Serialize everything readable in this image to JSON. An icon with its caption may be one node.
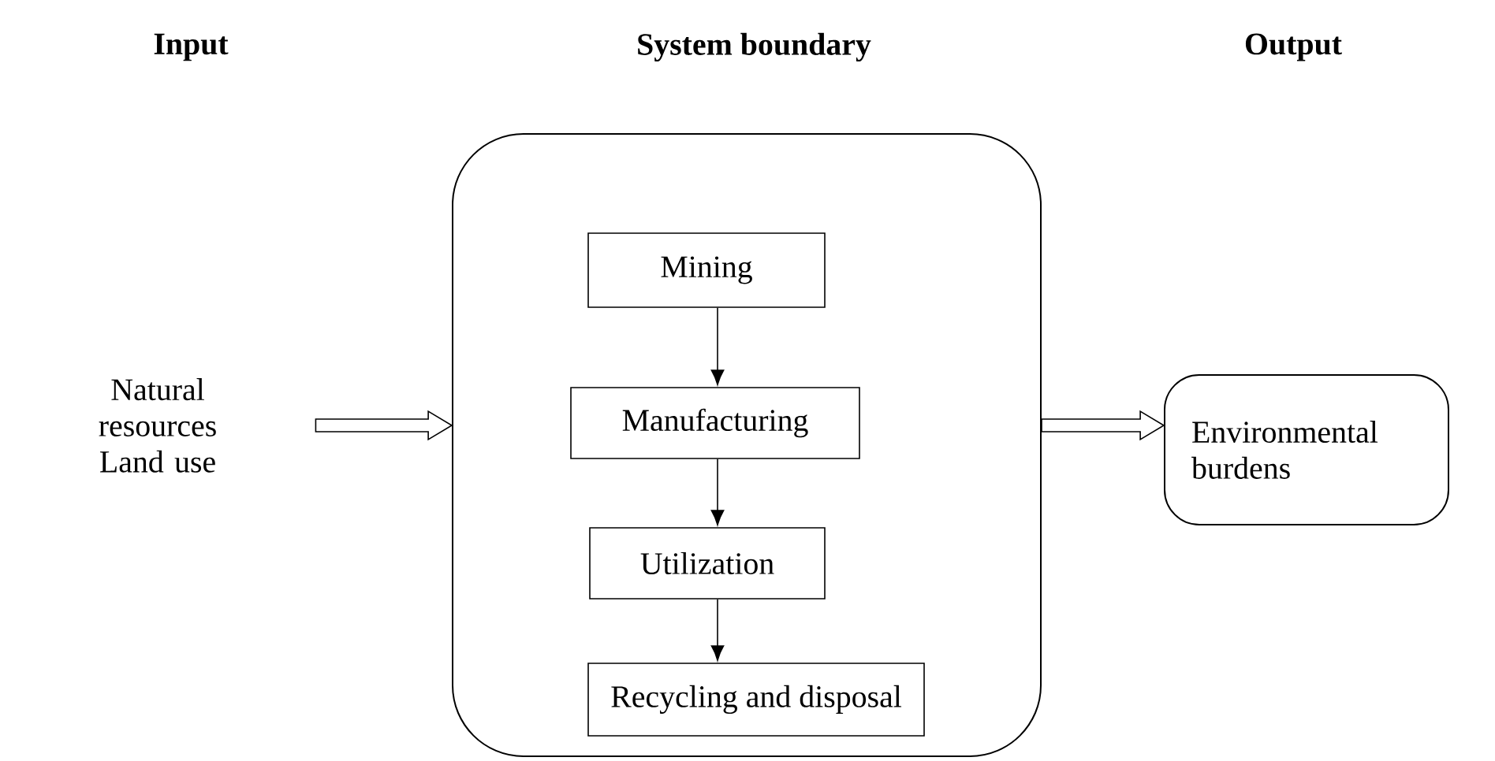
{
  "diagram": {
    "nodes": [
      {
        "text": [
          "Natural resources Land use"
        ]
      },
      {
        "text": [],
        "shape": "box"
      },
      {
        "text": [
          "Mining"
        ],
        "in": 1
      },
      {
        "text": [
          "Manufacturing"
        ],
        "in": 1
      },
      {
        "text": [
          "Utilization"
        ],
        "in": 1
      },
      {
        "text": [
          "Recycling and disposal"
        ],
        "in": 1
      },
      {
        "text": [
          "Environmental burdens"
        ]
      }
    ],
    "edges": [
      {
        "from": 0,
        "to": 1,
        "arrow": "to",
        "style": "thick"
      },
      {
        "from": 2,
        "to": 3,
        "arrow": "to"
      },
      {
        "from": 3,
        "to": 4,
        "arrow": "to"
      },
      {
        "from": 4,
        "to": 5,
        "arrow": "to"
      },
      {
        "from": 1,
        "to": 6,
        "arrow": "to",
        "style": "thick"
      }
    ],
    "labels": [
      "Input",
      "System boundary",
      "Output"
    ]
  }
}
